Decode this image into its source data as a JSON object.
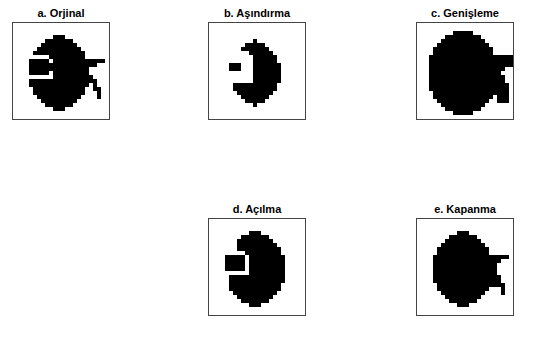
{
  "diagram": {
    "nodes": [
      {
        "text": [
          "a. Orjinal"
        ]
      },
      {
        "text": [
          "b. Aşındırma"
        ]
      },
      {
        "text": [
          "c. Genişleme"
        ]
      },
      {
        "text": [
          "d. Açılma"
        ]
      },
      {
        "text": [
          "e. Kapanma"
        ]
      }
    ]
  }
}
